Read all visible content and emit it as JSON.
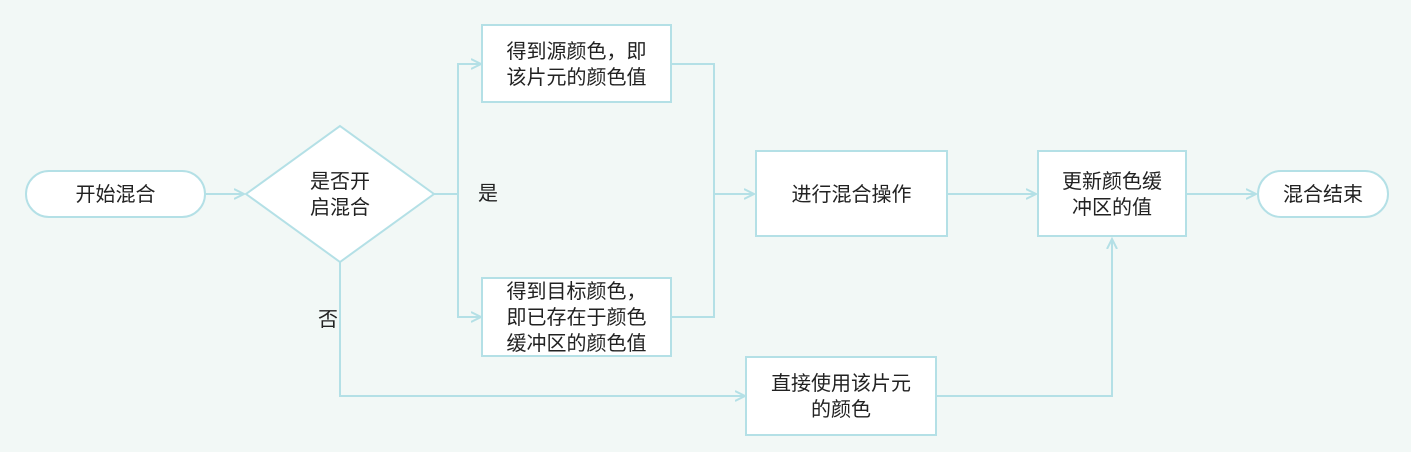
{
  "nodes": {
    "start": "开始混合",
    "decision": "是否开\n启混合",
    "src_color": "得到源颜色，即\n该片元的颜色值",
    "dst_color": "得到目标颜色，\n即已存在于颜色\n缓冲区的颜色值",
    "blend_op": "进行混合操作",
    "update_buffer": "更新颜色缓\n冲区的值",
    "use_frag": "直接使用该片元\n的颜色",
    "end": "混合结束"
  },
  "labels": {
    "yes": "是",
    "no": "否"
  },
  "colors": {
    "background": "#f2f8f6",
    "stroke": "#b4e0e6",
    "node_fill": "#ffffff",
    "text": "#222222"
  }
}
